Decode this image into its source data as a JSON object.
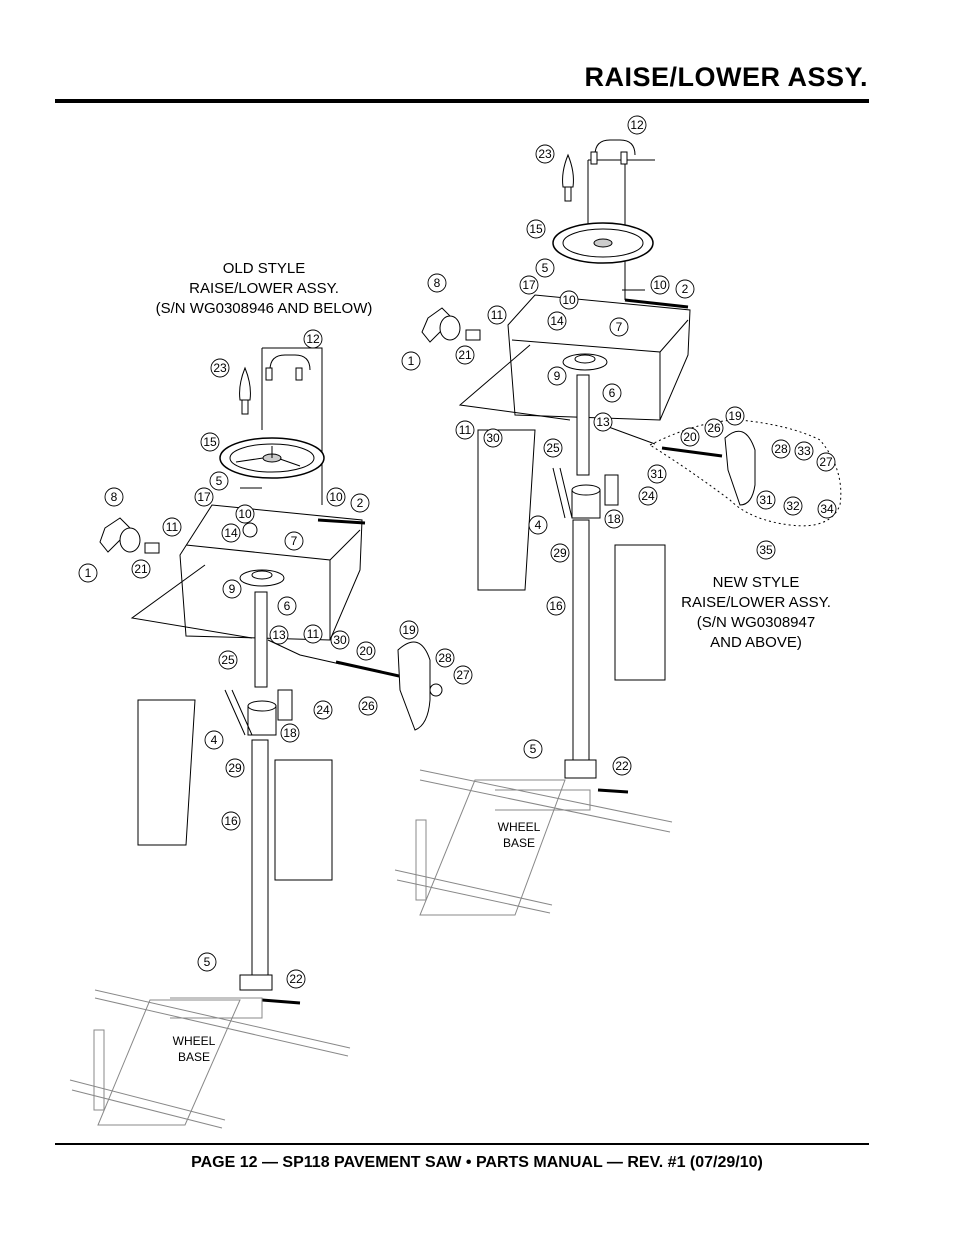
{
  "header": {
    "title": "RAISE/LOWER ASSY."
  },
  "footer": {
    "text": "PAGE 12 — SP118 PAVEMENT SAW • PARTS MANUAL — REV. #1 (07/29/10)"
  },
  "old_style": {
    "caption": [
      "OLD STYLE",
      "RAISE/LOWER ASSY.",
      "(S/N WG0308946 AND BELOW)"
    ],
    "wheel_base": [
      "WHEEL",
      "BASE"
    ],
    "callouts": [
      {
        "id": "old-12",
        "label": "12"
      },
      {
        "id": "old-23",
        "label": "23"
      },
      {
        "id": "old-15",
        "label": "15"
      },
      {
        "id": "old-5a",
        "label": "5"
      },
      {
        "id": "old-17",
        "label": "17"
      },
      {
        "id": "old-10a",
        "label": "10"
      },
      {
        "id": "old-10b",
        "label": "10"
      },
      {
        "id": "old-2",
        "label": "2"
      },
      {
        "id": "old-8",
        "label": "8"
      },
      {
        "id": "old-11a",
        "label": "11"
      },
      {
        "id": "old-14",
        "label": "14"
      },
      {
        "id": "old-7",
        "label": "7"
      },
      {
        "id": "old-1",
        "label": "1"
      },
      {
        "id": "old-21",
        "label": "21"
      },
      {
        "id": "old-9",
        "label": "9"
      },
      {
        "id": "old-6",
        "label": "6"
      },
      {
        "id": "old-13",
        "label": "13"
      },
      {
        "id": "old-11b",
        "label": "11"
      },
      {
        "id": "old-30",
        "label": "30"
      },
      {
        "id": "old-20",
        "label": "20"
      },
      {
        "id": "old-19",
        "label": "19"
      },
      {
        "id": "old-28",
        "label": "28"
      },
      {
        "id": "old-27",
        "label": "27"
      },
      {
        "id": "old-25",
        "label": "25"
      },
      {
        "id": "old-24",
        "label": "24"
      },
      {
        "id": "old-26",
        "label": "26"
      },
      {
        "id": "old-4",
        "label": "4"
      },
      {
        "id": "old-18",
        "label": "18"
      },
      {
        "id": "old-29",
        "label": "29"
      },
      {
        "id": "old-16",
        "label": "16"
      },
      {
        "id": "old-5b",
        "label": "5"
      },
      {
        "id": "old-22",
        "label": "22"
      }
    ]
  },
  "new_style": {
    "caption": [
      "NEW STYLE",
      "RAISE/LOWER ASSY.",
      "(S/N WG0308947",
      "AND ABOVE)"
    ],
    "wheel_base": [
      "WHEEL",
      "BASE"
    ],
    "callouts": [
      {
        "id": "new-12",
        "label": "12"
      },
      {
        "id": "new-23",
        "label": "23"
      },
      {
        "id": "new-15",
        "label": "15"
      },
      {
        "id": "new-5a",
        "label": "5"
      },
      {
        "id": "new-17",
        "label": "17"
      },
      {
        "id": "new-10a",
        "label": "10"
      },
      {
        "id": "new-10b",
        "label": "10"
      },
      {
        "id": "new-2",
        "label": "2"
      },
      {
        "id": "new-8",
        "label": "8"
      },
      {
        "id": "new-11a",
        "label": "11"
      },
      {
        "id": "new-14",
        "label": "14"
      },
      {
        "id": "new-7",
        "label": "7"
      },
      {
        "id": "new-1",
        "label": "1"
      },
      {
        "id": "new-21",
        "label": "21"
      },
      {
        "id": "new-9",
        "label": "9"
      },
      {
        "id": "new-6",
        "label": "6"
      },
      {
        "id": "new-13",
        "label": "13"
      },
      {
        "id": "new-11b",
        "label": "11"
      },
      {
        "id": "new-30",
        "label": "30"
      },
      {
        "id": "new-19",
        "label": "19"
      },
      {
        "id": "new-20",
        "label": "20"
      },
      {
        "id": "new-26",
        "label": "26"
      },
      {
        "id": "new-28",
        "label": "28"
      },
      {
        "id": "new-33",
        "label": "33"
      },
      {
        "id": "new-27",
        "label": "27"
      },
      {
        "id": "new-25",
        "label": "25"
      },
      {
        "id": "new-31a",
        "label": "31"
      },
      {
        "id": "new-31b",
        "label": "31"
      },
      {
        "id": "new-32",
        "label": "32"
      },
      {
        "id": "new-34",
        "label": "34"
      },
      {
        "id": "new-24",
        "label": "24"
      },
      {
        "id": "new-4",
        "label": "4"
      },
      {
        "id": "new-18",
        "label": "18"
      },
      {
        "id": "new-29",
        "label": "29"
      },
      {
        "id": "new-35",
        "label": "35"
      },
      {
        "id": "new-16",
        "label": "16"
      },
      {
        "id": "new-5b",
        "label": "5"
      },
      {
        "id": "new-22",
        "label": "22"
      }
    ]
  }
}
